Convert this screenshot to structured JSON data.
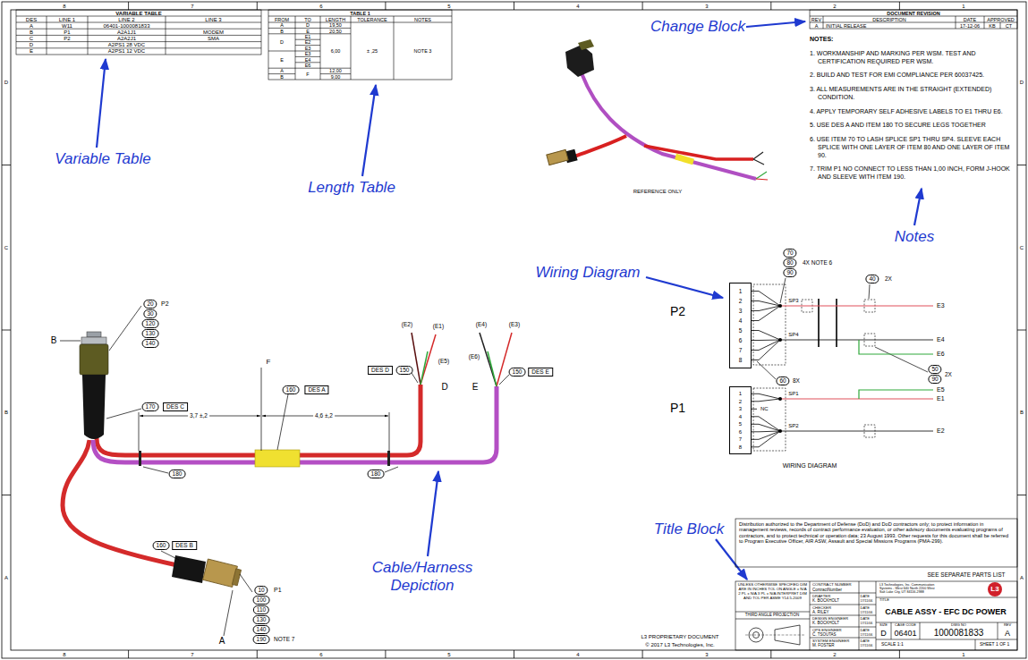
{
  "diagram": {
    "nodes": [
      {
        "text": [
          "P2",
          "1",
          "2",
          "3",
          "4",
          "5",
          "6",
          "7",
          "8"
        ]
      },
      {
        "text": [
          "P1",
          "1",
          "2",
          "3",
          "4",
          "5",
          "6",
          "7",
          "8"
        ]
      }
    ],
    "labels": [
      "8",
      "7",
      "6",
      "5",
      "4",
      "3",
      "2",
      "1",
      "8",
      "7",
      "6",
      "5",
      "4",
      "3",
      "2",
      "1",
      "D",
      "C",
      "B",
      "A",
      "D",
      "C",
      "B",
      "A",
      "Variable Table",
      "Length Table",
      "Change Block",
      "Notes",
      "Wiring Diagram",
      "Cable/Harness Depiction",
      "Title Block",
      "VARIABLE TABLE",
      "DES",
      "LINE 1",
      "LINE 2",
      "LINE 3",
      "A",
      "W11",
      "06401-1000081833",
      "B",
      "P1",
      "A2A1J1",
      "MODEM",
      "C",
      "P2",
      "A2A2J1",
      "SMA",
      "D",
      "A2PS1 28 VDC",
      "E",
      "A2PS1 12 VDC",
      "TABLE 1",
      "FROM",
      "TO",
      "LENGTH",
      "TOLERANCE",
      "NOTES",
      "A",
      "D",
      "19,50",
      "B",
      "E",
      "20,50",
      "D",
      "E1",
      "E2",
      "E3",
      "6,00",
      "± ,25",
      "NOTE 3",
      "E",
      "E3",
      "E4",
      "E6",
      "A",
      "F",
      "12,00",
      "B",
      "9,00",
      "DOCUMENT REVISION",
      "REV",
      "DESCRIPTION",
      "DATE",
      "APPROVED",
      "A",
      "INITIAL RELEASE",
      "17-12-06",
      "KB",
      "CT",
      "NOTES:",
      "1. WORKMANSHIP AND MARKING PER WSM. TEST AND CERTIFICATION REQUIRED PER WSM.",
      "2. BUILD AND TEST FOR EMI COMPLIANCE PER 60037425.",
      "3. ALL MEASUREMENTS ARE IN THE STRAIGHT (EXTENDED) CONDITION.",
      "4. APPLY TEMPORARY SELF ADHESIVE LABELS TO E1 THRU E6.",
      "5. USE DES A AND ITEM 180 TO SECURE LEGS TOGETHER",
      "6. USE ITEM 70 TO LASH SPLICE SP1 THRU SP4. SLEEVE EACH SPLICE WITH ONE LAYER OF ITEM 80 AND ONE LAYER OF ITEM 90.",
      "7. TRIM P1 NO CONNECT TO LESS THAN 1,00 INCH, FORM J-HOOK AND SLEEVE WITH ITEM 190.",
      "REFERENCE ONLY",
      "4X NOTE 6",
      "70",
      "80",
      "90",
      "SP3",
      "40",
      "2X",
      "E3",
      "SP4",
      "E4",
      "E6",
      "60",
      "8X",
      "50",
      "90",
      "2X",
      "NC",
      "SP1",
      "SP2",
      "E5",
      "E1",
      "E2",
      "WIRING DIAGRAM",
      "B",
      "20",
      "P2",
      "30",
      "120",
      "130",
      "140",
      "170",
      "DES C",
      "3,7 ±,2",
      "4,6 ±,2",
      "F",
      "160",
      "DES A",
      "DES D",
      "150",
      "(E2)",
      "(E1)",
      "(E5)",
      "D",
      "(E4)",
      "(E3)",
      "(E6)",
      "E",
      "150",
      "DES E",
      "180",
      "180",
      "160",
      "DES B",
      "10",
      "P1",
      "100",
      "110",
      "130",
      "140",
      "190",
      "NOTE 7",
      "A",
      "Distribution authorized to the Department of Defense (DoD) and DoD contractors only; to protect information in management reviews, records of contract performance evaluation, or other advisory documents evaluating programs of contractors, and to protect technical or operation data; 23 August 1993. Other requests for this document shall be referred to Program Executive Officer, AIR ASW, Assault and Special Missions Programs (PMA-299).",
      "SEE SEPARATE PARTS LIST",
      "UNLESS OTHERWISE SPECIFIED DIM ARE IN INCHES TOL ON ANGLE ± N/A 2 PL ± N/A 3 PL ± N/A INTERPRET DIM AND TOL PER ASME Y14.5-2009",
      "THIRD ANGLE PROJECTION",
      "CONTRACT NUMBER",
      "ContractNumber",
      "DRAFTER",
      "K. BOCKHOLT",
      "DATE",
      "17/11/06",
      "CHECKER",
      "A. RILEY",
      "DATE",
      "17/11/06",
      "DESIGN ENGINEER",
      "K. BOCKHOLT",
      "DATE",
      "17/11/06",
      "QPS ENGINEER",
      "C. TSOUTAS",
      "DATE",
      "17/11/06",
      "SYSTEM ENGINEER",
      "M. FOSTER",
      "DATE",
      "17/11/06",
      "L3 Technologies, Inc. Communication Systems - West 640 North 2200 West Salt Lake City, UT 84116-2988",
      "L3",
      "TITLE",
      "CABLE ASSY - EFC DC POWER",
      "SIZE",
      "CAGE CODE",
      "DWG NO",
      "REV",
      "D",
      "06401",
      "1000081833",
      "A",
      "SCALE 1:1",
      "SHEET 1 OF 1",
      "L3 PROPRIETARY DOCUMENT",
      "© 2017 L3 Technologies, Inc."
    ]
  }
}
